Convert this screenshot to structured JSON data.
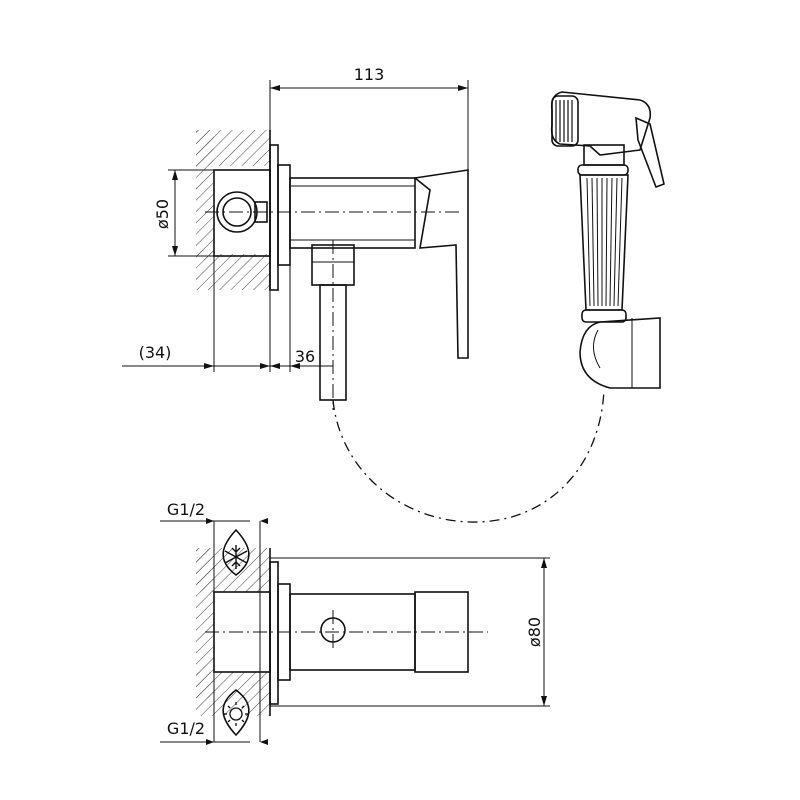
{
  "dimensions": {
    "width_113": "113",
    "dia_50": "ø50",
    "offset_34": "(34)",
    "depth_36": "36",
    "inlet_top": "G1/2",
    "inlet_bottom": "G1/2",
    "dia_80": "ø80"
  },
  "icons": {
    "cold_water": "snowflake-icon",
    "hot_water": "sun-icon"
  }
}
